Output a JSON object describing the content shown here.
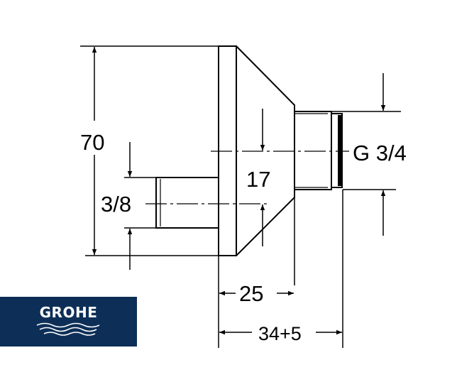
{
  "drawing": {
    "dimensions": {
      "height": "70",
      "inlet_thread": "3/8",
      "outlet_thread": "G 3/4",
      "center_offset": "17",
      "flange_depth": "25",
      "total_depth": "34+5"
    }
  },
  "logo": {
    "brand": "GROHE",
    "color": "#0d2f57"
  }
}
